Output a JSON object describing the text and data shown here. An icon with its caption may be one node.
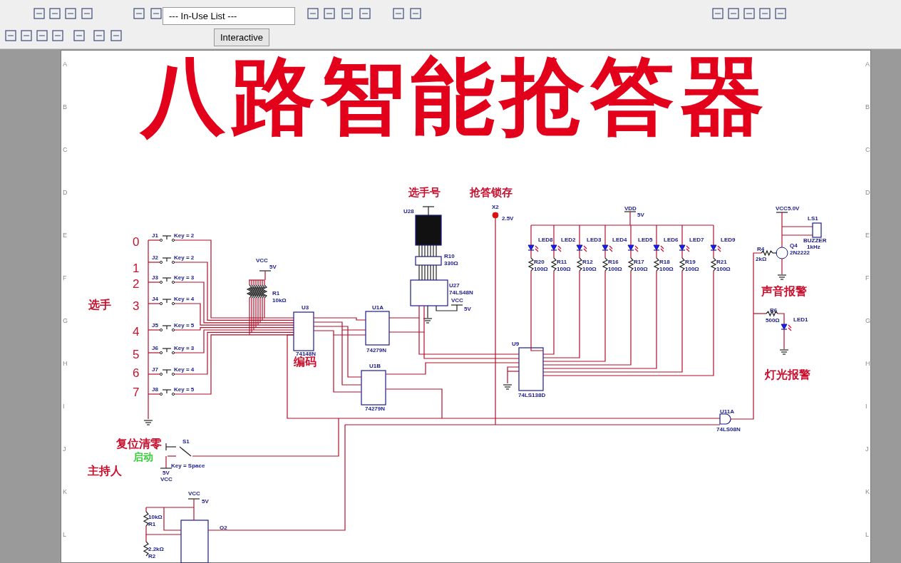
{
  "diagram": {
    "title": "八路智能抢答器",
    "labels": [
      "--- In-Use List ---",
      "Interactive",
      "选手号",
      "抢答锁存",
      "U28",
      "X2",
      "2.5V",
      "VDD",
      "5V",
      "VCC",
      "5.0V",
      "LS1",
      "0",
      "J1",
      "Key = 2",
      "LED8",
      "LED2",
      "LED3",
      "LED4",
      "LED5",
      "LED6",
      "LED7",
      "LED9",
      "BUZZER",
      "1kHz",
      "R10",
      "330Ω",
      "R4",
      "2kΩ",
      "Q4",
      "2N2222",
      "1",
      "J2",
      "Key = 2",
      "R20",
      "100Ω",
      "R11",
      "100Ω",
      "R12",
      "100Ω",
      "R16",
      "100Ω",
      "R17",
      "100Ω",
      "R18",
      "100Ω",
      "R19",
      "100Ω",
      "R21",
      "100Ω",
      "VCC",
      "5V",
      "2",
      "J3",
      "Key = 3",
      "R1",
      "10kΩ",
      "U27",
      "74LS48N",
      "声音报警",
      "选手",
      "3",
      "J4",
      "Key = 4",
      "VCC",
      "5V",
      "U3",
      "U1A",
      "R6",
      "500Ω",
      "LED1",
      "4",
      "J5",
      "Key = 5",
      "74148N",
      "74279N",
      "U9",
      "5",
      "J6",
      "Key = 3",
      "编码",
      "U1B",
      "74LS138D",
      "6",
      "J7",
      "Key = 4",
      "灯光报警",
      "74279N",
      "7",
      "J8",
      "Key = 5",
      "U11A",
      "74LS08N",
      "复位清零",
      "S1",
      "启动",
      "Key = Space",
      "主持人",
      "5V",
      "VCC",
      "VCC",
      "5V",
      "10kΩ",
      "R1",
      "O2",
      "2.2kΩ",
      "R2",
      "A",
      "A",
      "B",
      "B",
      "C",
      "C",
      "D",
      "D",
      "E",
      "E",
      "F",
      "F",
      "G",
      "G",
      "H",
      "H",
      "I",
      "I",
      "J",
      "J",
      "K",
      "K",
      "L",
      "L"
    ]
  }
}
